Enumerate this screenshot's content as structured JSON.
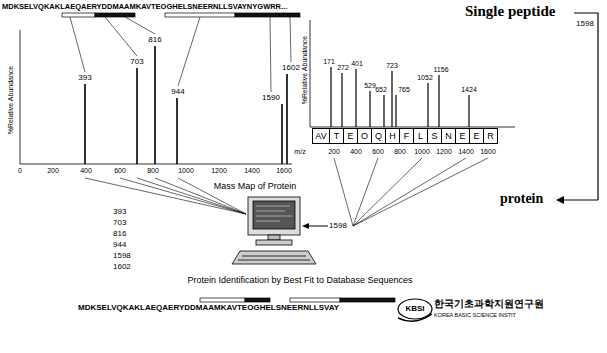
{
  "diagram": {
    "nodes": [
      {
        "text": [
          "AV"
        ]
      },
      {
        "text": [
          "T"
        ]
      },
      {
        "text": [
          "E"
        ]
      },
      {
        "text": [
          "O"
        ]
      },
      {
        "text": [
          "Q"
        ]
      },
      {
        "text": [
          "H"
        ]
      },
      {
        "text": [
          "F"
        ]
      },
      {
        "text": [
          "L"
        ]
      },
      {
        "text": [
          "S"
        ]
      },
      {
        "text": [
          "N"
        ]
      },
      {
        "text": [
          "E"
        ]
      },
      {
        "text": [
          "E"
        ]
      },
      {
        "text": [
          "R"
        ]
      }
    ],
    "labels": [
      "MDKSELVQKAKLAEQAERYDDMAAMKAVTEOGHELSNEERNLLSVAYNYGWRR...",
      "%Relative Abundance",
      "393",
      "703",
      "816",
      "944",
      "1590",
      "1602",
      "0",
      "200",
      "400",
      "600",
      "800",
      "1000",
      "1200",
      "1400",
      "1600",
      "Single peptide",
      "%Relative Abundance",
      "171",
      "272",
      "401",
      "529",
      "652",
      "723",
      "765",
      "1052",
      "1156",
      "1424",
      "1598",
      "m/z",
      "200",
      "400",
      "600",
      "800",
      "1000",
      "1200",
      "1400",
      "1600",
      "Mass Map of Protein",
      "393",
      "703",
      "816",
      "944",
      "1598",
      "1602",
      "1598",
      "protein",
      "Protein Identification by Best Fit to Database Sequences",
      "MDKSELVQKAKLAEQAERYDDMAAMKAVTEOGHELSNEERNLLSVAY",
      "KBSI",
      "한국기초과학지원연구원",
      "KOREA BASIC SCIENCE INSTIT"
    ]
  }
}
